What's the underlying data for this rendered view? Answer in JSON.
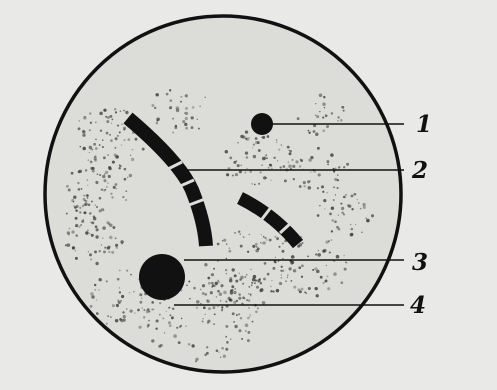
{
  "diagram": {
    "background_color": "#e9e9e7",
    "ink_color": "#111111",
    "field_fill": "#dcdcd8",
    "callouts": [
      {
        "number": "1"
      },
      {
        "number": "2"
      },
      {
        "number": "3"
      },
      {
        "number": "4"
      }
    ]
  }
}
